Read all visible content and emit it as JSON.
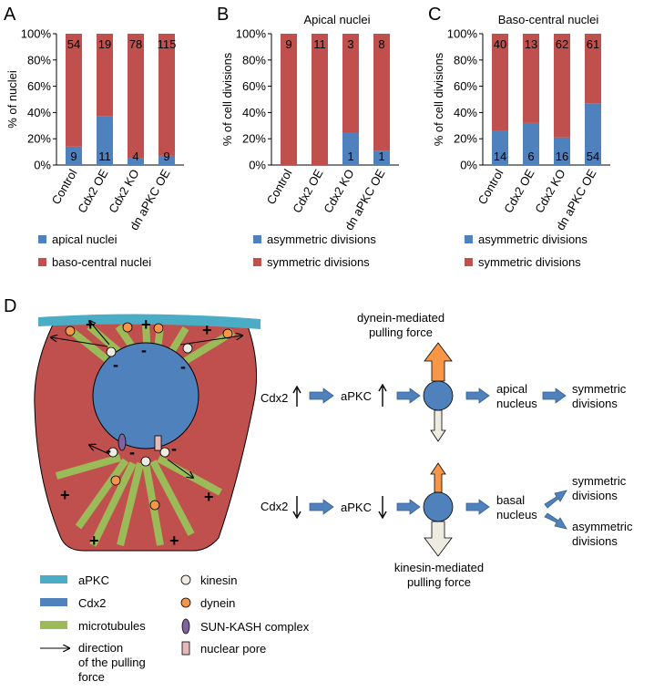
{
  "panels": {
    "A": "A",
    "B": "B",
    "C": "C",
    "D": "D"
  },
  "colors": {
    "blue_series": "#4f81bd",
    "red_series": "#c0504d",
    "apkc": "#4bacc6",
    "cdx2": "#4f81bd",
    "microtubule": "#9bbb59",
    "cell": "#c0504d",
    "dynein": "#f79646",
    "kinesin": "#eeece1",
    "sun_kash": "#8064a2",
    "nuclear_pore": "#e6b9b8",
    "pathway_arrow": "#4f81bd",
    "dynein_arrow": "#f79646",
    "kinesin_arrow": "#eeece1"
  },
  "chart_data": [
    {
      "panel": "A",
      "type": "bar",
      "stacked": true,
      "title": "",
      "ylabel": "% of nuclei",
      "xlabel": "",
      "ylim": [
        0,
        100
      ],
      "yticks": [
        "0%",
        "20%",
        "40%",
        "60%",
        "80%",
        "100%"
      ],
      "grid": false,
      "legend_position": "bottom",
      "categories": [
        "Control",
        "Cdx2 OE",
        "Cdx2 KO",
        "dn aPKC OE"
      ],
      "series": [
        {
          "name": "apical nuclei",
          "color": "#4f81bd",
          "values": [
            14,
            37,
            5,
            7
          ],
          "labels": [
            "9",
            "11",
            "4",
            "9"
          ]
        },
        {
          "name": "baso-central nuclei",
          "color": "#c0504d",
          "values": [
            86,
            63,
            95,
            93
          ],
          "labels": [
            "54",
            "19",
            "78",
            "115"
          ]
        }
      ]
    },
    {
      "panel": "B",
      "type": "bar",
      "stacked": true,
      "title": "Apical nuclei",
      "ylabel": "% of cell divisions",
      "xlabel": "",
      "ylim": [
        0,
        100
      ],
      "yticks": [
        "0%",
        "20%",
        "40%",
        "60%",
        "80%",
        "100%"
      ],
      "grid": false,
      "legend_position": "bottom",
      "categories": [
        "Control",
        "Cdx2 OE",
        "Cdx2 KO",
        "dn aPKC OE"
      ],
      "series": [
        {
          "name": "asymmetric divisions",
          "color": "#4f81bd",
          "values": [
            0,
            0,
            25,
            11
          ],
          "labels": [
            "",
            "",
            "1",
            "1"
          ]
        },
        {
          "name": "symmetric divisions",
          "color": "#c0504d",
          "values": [
            100,
            100,
            75,
            89
          ],
          "labels": [
            "9",
            "11",
            "3",
            "8"
          ]
        }
      ]
    },
    {
      "panel": "C",
      "type": "bar",
      "stacked": true,
      "title": "Baso-central nuclei",
      "ylabel": "% of cell divisions",
      "xlabel": "",
      "ylim": [
        0,
        100
      ],
      "yticks": [
        "0%",
        "20%",
        "40%",
        "60%",
        "80%",
        "100%"
      ],
      "grid": false,
      "legend_position": "bottom",
      "categories": [
        "Control",
        "Cdx2 OE",
        "Cdx2 KO",
        "dn aPKC OE"
      ],
      "series": [
        {
          "name": "asymmetric divisions",
          "color": "#4f81bd",
          "values": [
            26,
            32,
            21,
            47
          ],
          "labels": [
            "14",
            "6",
            "16",
            "54"
          ]
        },
        {
          "name": "symmetric divisions",
          "color": "#c0504d",
          "values": [
            74,
            68,
            79,
            53
          ],
          "labels": [
            "40",
            "13",
            "62",
            "61"
          ]
        }
      ]
    }
  ],
  "diagram": {
    "signs": {
      "plus": "+",
      "minus": "-"
    },
    "legend": [
      {
        "key": "apkc",
        "label": "aPKC"
      },
      {
        "key": "cdx2",
        "label": "Cdx2"
      },
      {
        "key": "microtubules",
        "label": "microtubules"
      },
      {
        "key": "direction",
        "label_lines": [
          "direction",
          "of the pulling",
          "force"
        ]
      },
      {
        "key": "kinesin",
        "label": "kinesin"
      },
      {
        "key": "dynein",
        "label": "dynein"
      },
      {
        "key": "sun_kash",
        "label": "SUN-KASH complex"
      },
      {
        "key": "nuclear_pore",
        "label": "nuclear pore"
      }
    ],
    "pathway": {
      "dynein_caption": [
        "dynein-mediated",
        "pulling force"
      ],
      "kinesin_caption": [
        "kinesin-mediated",
        "pulling force"
      ],
      "row1": {
        "cdx2": "Cdx2",
        "cdx2_dir": "up",
        "apkc": "aPKC",
        "apkc_dir": "up",
        "nucleus": [
          "apical",
          "nucleus"
        ],
        "outcome": [
          "symmetric",
          "divisions"
        ]
      },
      "row2": {
        "cdx2": "Cdx2",
        "cdx2_dir": "down",
        "apkc": "aPKC",
        "apkc_dir": "down",
        "nucleus": [
          "basal",
          "nucleus"
        ],
        "outcome1": [
          "symmetric",
          "divisions"
        ],
        "outcome2": [
          "asymmetric",
          "divisions"
        ]
      }
    }
  }
}
